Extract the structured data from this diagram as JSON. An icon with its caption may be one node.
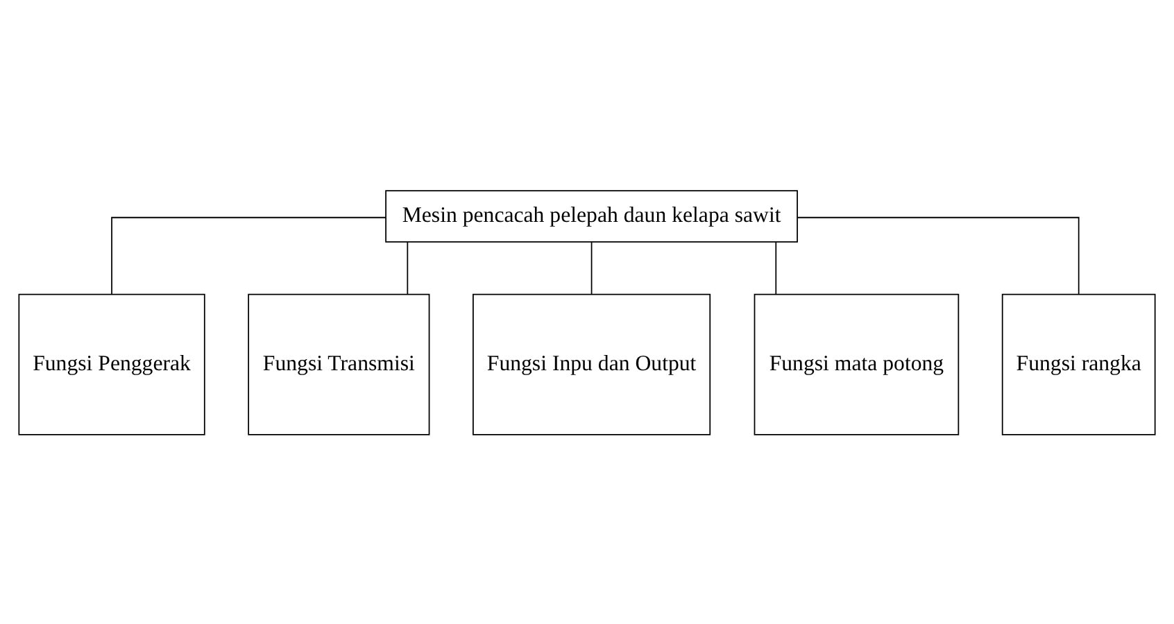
{
  "diagram": {
    "nodes": [
      {
        "text": [
          "Mesin pencacah pelepah daun kelapa sawit"
        ]
      },
      {
        "text": [
          "Fungsi Penggerak"
        ]
      },
      {
        "text": [
          "Fungsi Transmisi"
        ]
      },
      {
        "text": [
          "Fungsi Inpu dan Output"
        ]
      },
      {
        "text": [
          "Fungsi mata potong"
        ]
      },
      {
        "text": [
          "Fungsi rangka"
        ]
      }
    ],
    "edges": [
      {
        "from": 0,
        "to": 1,
        "arrow": "none"
      },
      {
        "from": 0,
        "to": 2,
        "arrow": "none"
      },
      {
        "from": 0,
        "to": 3,
        "arrow": "none"
      },
      {
        "from": 0,
        "to": 4,
        "arrow": "none"
      },
      {
        "from": 0,
        "to": 5,
        "arrow": "none"
      }
    ]
  }
}
